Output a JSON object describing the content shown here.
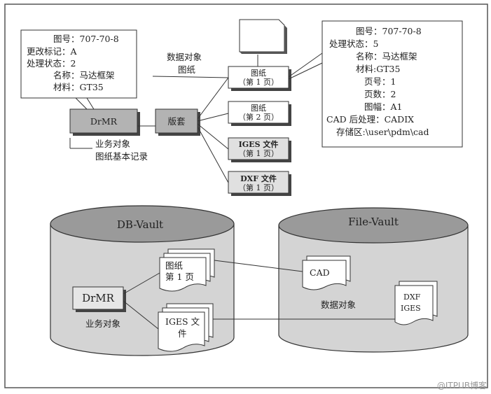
{
  "left_callout": {
    "lines": [
      "图号：707-70-8",
      "更改标记：A",
      "处理状态：2",
      "名称：马达框架",
      "材料：GT35"
    ]
  },
  "right_callout": {
    "lines": [
      "图号：707-70-8",
      "处理状态：5",
      "名称：马达框架",
      "材料:GT35",
      "页号：1",
      "页数：2",
      "图幅：A1",
      "CAD 后处理：CADIX",
      "存储区:\\user\\pdm\\cad"
    ]
  },
  "top": {
    "data_object_label": "数据对象",
    "drawing_label": "图纸",
    "drmr_box": "DrMR",
    "group_box": "版套",
    "business_label_1": "业务对象",
    "business_label_2": "图纸基本记录",
    "docs": [
      {
        "l1": "图纸",
        "l2": "（第 1 页）"
      },
      {
        "l1": "图纸",
        "l2": "（第 2 页）"
      },
      {
        "l1": "IGES 文件",
        "l2": "（第 1 页）"
      },
      {
        "l1": "DXF 文件",
        "l2": "（第 1 页）"
      }
    ]
  },
  "db_vault": {
    "title": "DB-Vault",
    "drmr": "DrMR",
    "business_object": "业务对象",
    "doc1_l1": "图纸",
    "doc1_l2": "第 1 页",
    "doc2_l1": "IGES 文",
    "doc2_l2": "件"
  },
  "file_vault": {
    "title": "File-Vault",
    "cad": "CAD",
    "data_object": "数据对象",
    "dxf": "DXF",
    "iges": "IGES"
  },
  "watermark": "@ITPUB博客"
}
